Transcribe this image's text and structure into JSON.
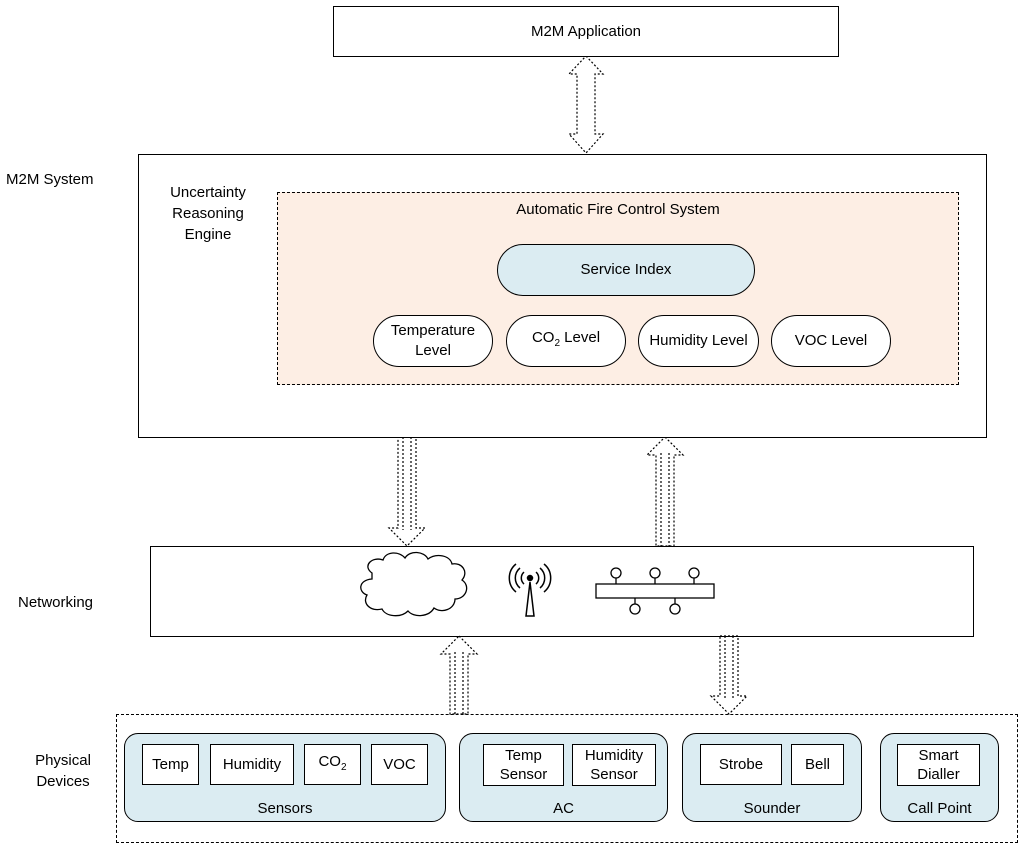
{
  "application": {
    "label": "M2M Application"
  },
  "system": {
    "side_label": "M2M System",
    "engine_label_lines": [
      "Uncertainty",
      "Reasoning",
      "Engine"
    ],
    "fire_control": {
      "title": "Automatic Fire Control System",
      "service_index": "Service Index",
      "levels": {
        "temperature_lines": [
          "Temperature",
          "Level"
        ],
        "co2_base": "CO",
        "co2_sub": "2",
        "co2_suffix": " Level",
        "humidity": "Humidity Level",
        "voc": "VOC Level"
      }
    }
  },
  "networking": {
    "side_label": "Networking",
    "icons": [
      "cloud-icon",
      "wireless-tower-icon",
      "network-bus-icon"
    ]
  },
  "physical": {
    "side_label_lines": [
      "Physical",
      "Devices"
    ],
    "groups": {
      "sensors": {
        "label": "Sensors",
        "temp": "Temp",
        "humidity": "Humidity",
        "co2_base": "CO",
        "co2_sub": "2",
        "voc": "VOC"
      },
      "ac": {
        "label": "AC",
        "temp_sensor_lines": [
          "Temp",
          "Sensor"
        ],
        "humidity_sensor_lines": [
          "Humidity",
          "Sensor"
        ]
      },
      "sounder": {
        "label": "Sounder",
        "strobe": "Strobe",
        "bell": "Bell"
      },
      "call_point": {
        "label": "Call Point",
        "smart_dialler_lines": [
          "Smart",
          "Dialler"
        ]
      }
    }
  },
  "colors": {
    "fire_control_fill": "#fdeee4",
    "service_index_fill": "#dbecf2",
    "device_group_fill": "#dbecf2",
    "line": "#000000"
  }
}
